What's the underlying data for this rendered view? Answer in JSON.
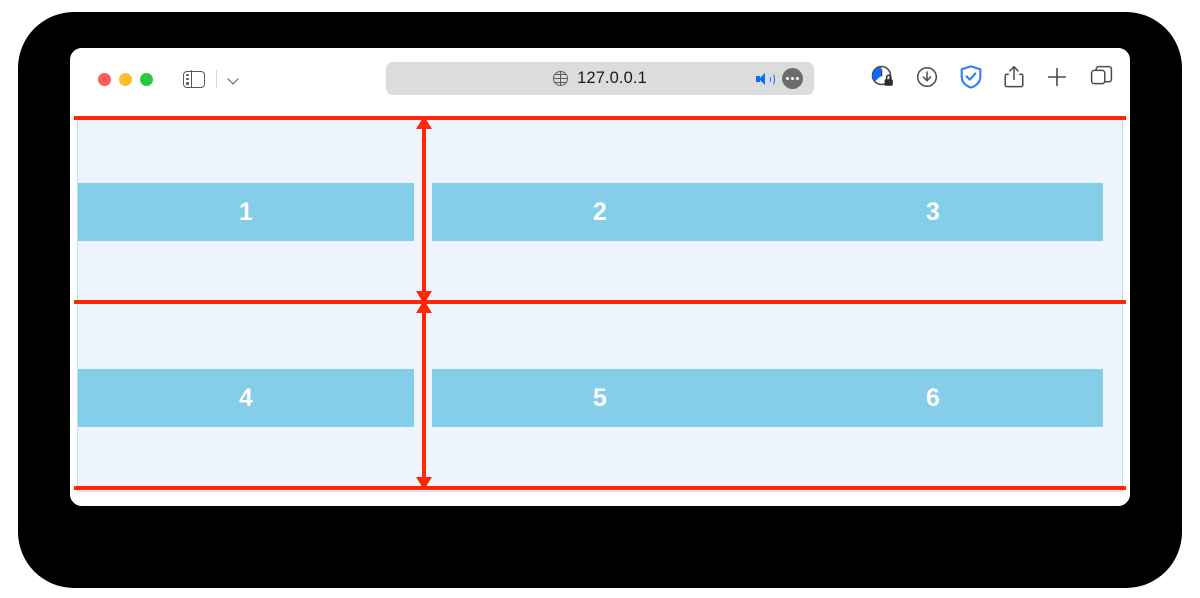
{
  "window": {
    "traffic_lights": [
      {
        "name": "close",
        "color": "#FC5F57"
      },
      {
        "name": "minimize",
        "color": "#FDBC2E"
      },
      {
        "name": "maximize",
        "color": "#28C840"
      }
    ]
  },
  "toolbar": {
    "sidebar_toggle_icon": "sidebar-icon",
    "tab_overview_chevron_icon": "chevron-down-icon",
    "address": {
      "site_icon": "globe-icon",
      "text": "127.0.0.1",
      "audio_icon": "speaker-playing-icon",
      "more_icon": "ellipsis-icon"
    },
    "actions": [
      {
        "name": "privacy-report-icon",
        "label": "Privacy Report"
      },
      {
        "name": "downloads-icon",
        "label": "Downloads"
      },
      {
        "name": "adguard-shield-icon",
        "label": "AdGuard",
        "color": "#2D7DF6"
      },
      {
        "name": "share-icon",
        "label": "Share"
      },
      {
        "name": "new-tab-icon",
        "label": "New Tab"
      },
      {
        "name": "tab-overview-icon",
        "label": "Tab Overview"
      }
    ]
  },
  "page": {
    "grid": {
      "container_background": "#EDF4FE",
      "container_border_color": "#BBE2F3",
      "item_background": "#84CEE9",
      "item_text_color": "#FFFFFF",
      "rows": 2,
      "columns": 3,
      "items": [
        {
          "label": "1"
        },
        {
          "label": "2"
        },
        {
          "label": "3"
        },
        {
          "label": "4"
        },
        {
          "label": "5"
        },
        {
          "label": "6"
        }
      ]
    },
    "annotations": {
      "color": "#FF2600",
      "row_boundary_lines": 3,
      "row_height_arrows": [
        {
          "name": "row-1-height-arrow",
          "double_headed": true
        },
        {
          "name": "row-2-height-arrow",
          "double_headed": true
        }
      ]
    }
  }
}
